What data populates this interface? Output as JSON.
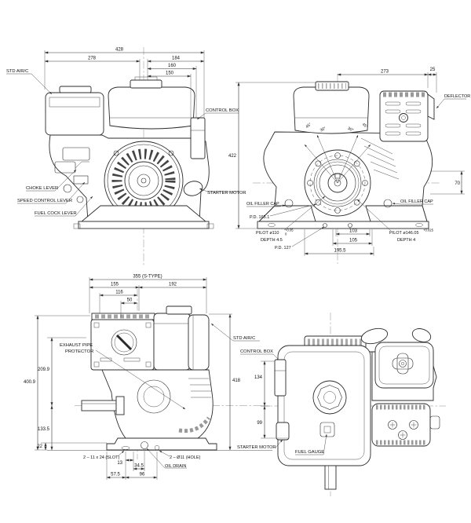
{
  "meta": {
    "title": "engine-dimensional-drawing",
    "background": "#ffffff",
    "ink": "#222222",
    "dim_color": "#333333"
  },
  "top_left": {
    "dim_428": "428",
    "dim_278": "278",
    "dim_184": "184",
    "dim_160": "160",
    "dim_150": "150",
    "label_std_airc": "STD AIR/C",
    "label_control_box": "CONTROL BOX",
    "label_starter_motor": "STARTER MOTOR",
    "label_choke_lever": "CHOKE LEVER",
    "label_speed_control_lever": "SPEED CONTROL LEVER",
    "label_fuel_cock_lever": "FUEL COCK LEVER"
  },
  "top_right": {
    "dim_273": "273",
    "dim_25": "25",
    "dim_422": "422",
    "dim_70": "70",
    "angle_45": "45°",
    "angle_30": "30°",
    "label_deflector": "DEFLECTOR",
    "label_oil_filler_cap": "OIL FILLER CAP",
    "pd_1651": "P.D. 165.1",
    "pilot_110": "PILOT ø110",
    "pilot_110_tol_hi": "+0.05",
    "pilot_110_tol_lo": "0",
    "depth_45": "DEPTH 4.5",
    "pd_127": "P.D. 127",
    "dim_103": "103",
    "dim_105": "105",
    "dim_1955": "195.5",
    "pilot_146": "PILOT ø146.05",
    "pilot_146_tol": "+0.025",
    "depth_4": "DEPTH 4"
  },
  "bottom_left": {
    "dim_355": "355 (S-TYPE)",
    "dim_155": "155",
    "dim_192": "192",
    "dim_116": "116",
    "dim_50": "50",
    "dim_4009": "400.9",
    "dim_2099": "209.9",
    "dim_1335": "133.5",
    "dim_22": "22",
    "dim_418": "418",
    "dim_13": "13",
    "dim_345": "34.5",
    "dim_575": "57.5",
    "dim_96": "96",
    "label_exhaust_1": "EXHAUST PIPE",
    "label_exhaust_2": "PROTECTOR",
    "label_slot": "2 – 11 x 24 (SLOT)",
    "label_hole": "2 – Ø11 (HOLE)",
    "label_oil_drain": "OIL DRAIN",
    "label_std_airc": "STD AIR/C",
    "label_control_box": "CONTROL BOX"
  },
  "bottom_right": {
    "dim_134": "134",
    "dim_99": "99",
    "label_starter_motor": "STARTER MOTOR",
    "label_fuel_gauge": "FUEL GAUGE"
  }
}
